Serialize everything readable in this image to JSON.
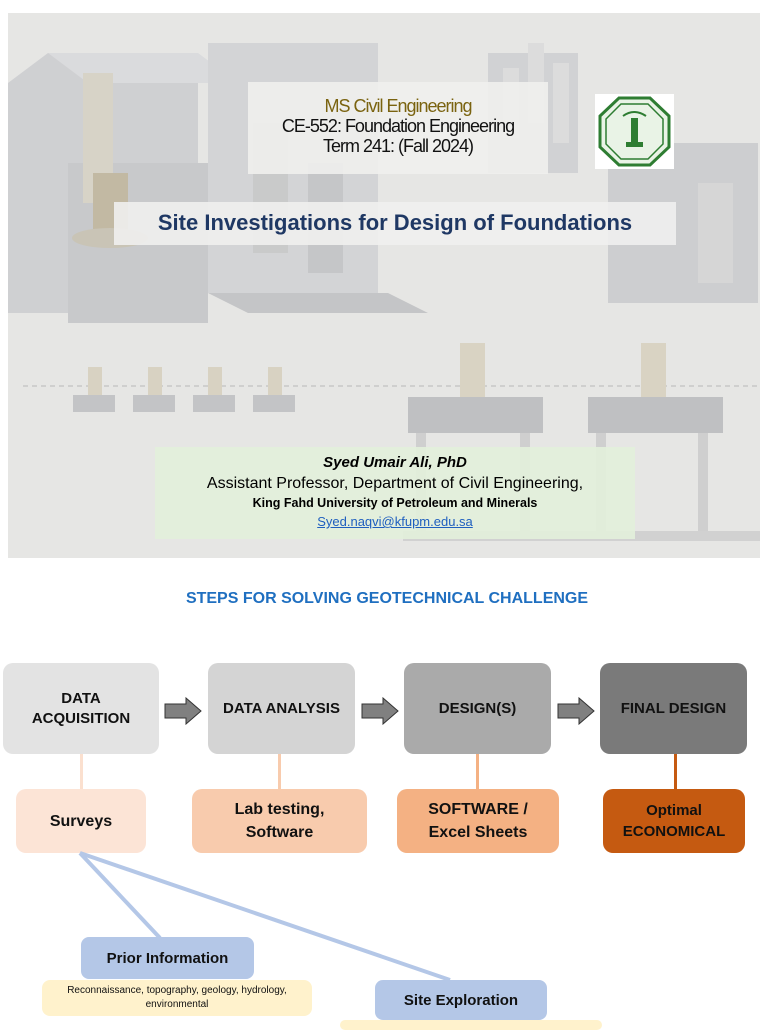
{
  "slide": {
    "program": "MS Civil Engineering",
    "course": "CE-552: Foundation Engineering",
    "term": "Term 241: (Fall 2024)",
    "title": "Site Investigations for Design of Foundations",
    "author": {
      "name": "Syed Umair Ali, PhD",
      "position": "Assistant Professor, Department of Civil Engineering,",
      "university": "King Fahd University of Petroleum and Minerals",
      "email": "Syed.naqvi@kfupm.edu.sa"
    }
  },
  "steps": {
    "heading": "STEPS FOR SOLVING GEOTECHNICAL CHALLENGE",
    "main": [
      {
        "line1": "DATA",
        "line2": "ACQUISITION"
      },
      {
        "line1": "DATA ANALYSIS"
      },
      {
        "line1": "DESIGN(S)"
      },
      {
        "line1": "FINAL DESIGN"
      }
    ],
    "sub": [
      {
        "line1": "Surveys"
      },
      {
        "line1": "Lab testing,",
        "line2": "Software"
      },
      {
        "line1": "SOFTWARE /",
        "line2": "Excel Sheets"
      },
      {
        "line1": "Optimal",
        "line2": "ECONOMICAL"
      }
    ],
    "prior_information": "Prior Information",
    "prior_details": "Reconnaissance, topography, geology, hydrology, environmental",
    "site_exploration": "Site Exploration"
  },
  "colors": {
    "title_blue": "#1f3864",
    "heading_blue": "#1f6fc0",
    "program_gold": "#7a6310",
    "final_orange": "#c55a11",
    "connector_blue": "#b4c7e7"
  }
}
